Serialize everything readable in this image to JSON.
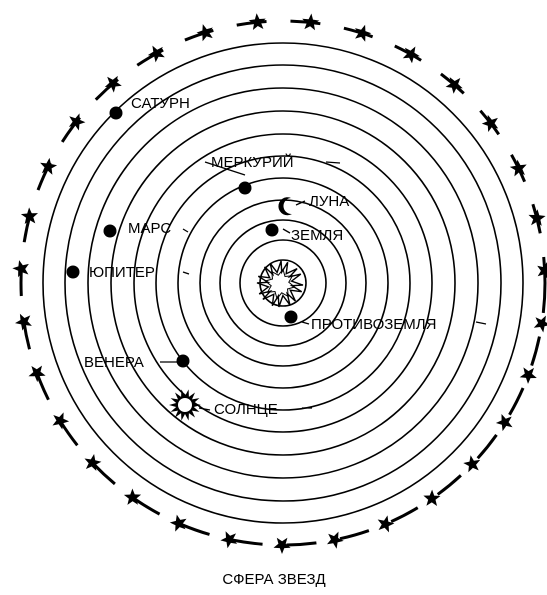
{
  "title": "СФЕРА ЗВЕЗД",
  "colors": {
    "ink": "#000000",
    "paper": "#ffffff"
  },
  "labels": {
    "saturn": "САТУРН",
    "mercury": "МЕРКУРИЙ",
    "moon": "ЛУНА",
    "earth": "ЗЕМЛЯ",
    "mars": "МАРС",
    "jupiter": "ЮПИТЕР",
    "counter_earth": "ПРОТИВОЗЕМЛЯ",
    "venus": "ВЕНЕРА",
    "sun": "СОЛНЦЕ"
  },
  "icons": {
    "central_fire": "spiky-star-icon",
    "sun": "sun-icon",
    "moon": "crescent-moon-icon",
    "planet": "filled-dot-icon",
    "fixed_star": "star-icon"
  }
}
